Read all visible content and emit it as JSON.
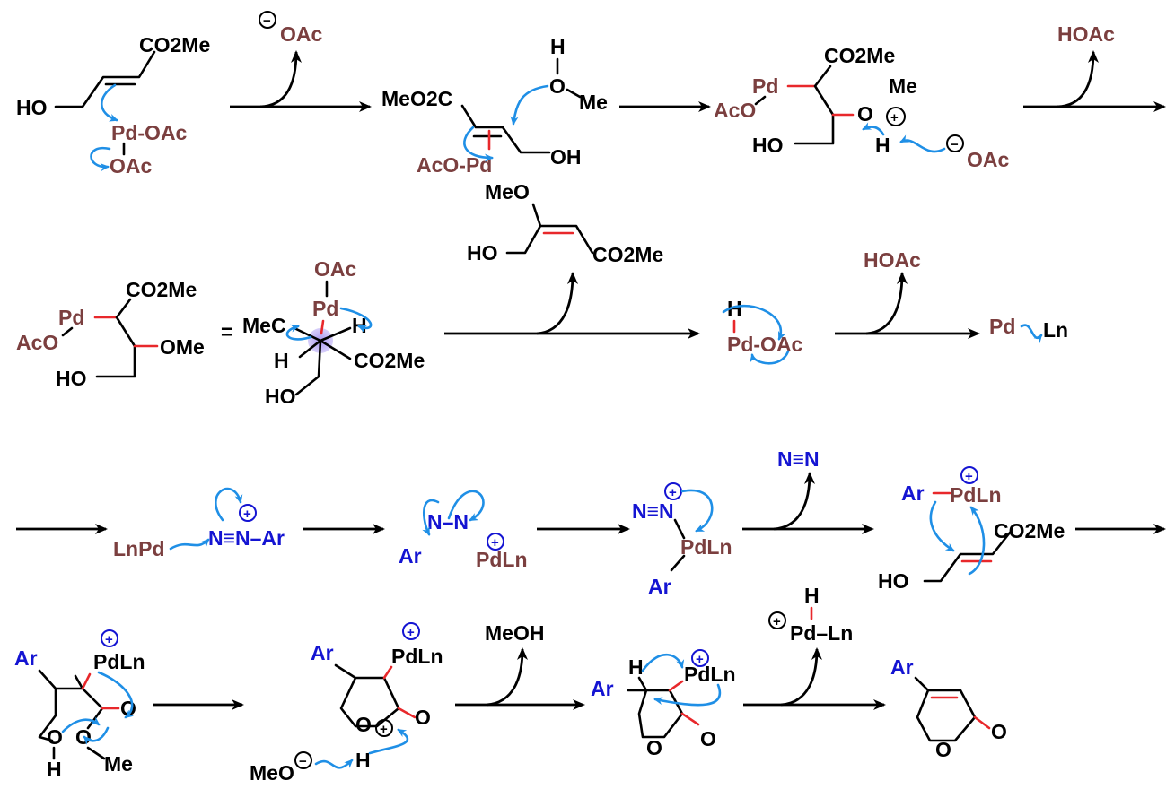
{
  "colors": {
    "metal": "#7b3f3f",
    "aryl": "#1414d2",
    "new_bond": "#e8282b",
    "electron_flow": "#1f8fe6",
    "ink": "#000000"
  },
  "labels": {
    "co2me": "CO2Me",
    "meo2c": "MeO2C",
    "ho": "HO",
    "oh": "OH",
    "h": "H",
    "o": "O",
    "me": "Me",
    "meo": "MeO",
    "ome": "OMe",
    "oac": "OAc",
    "aco": "AcO",
    "hoac": "HOAc",
    "pd": "Pd",
    "pd_oac": "Pd-OAc",
    "aco_pd": "AcO-Pd",
    "me_frag": "MeC",
    "ln": "Ln",
    "lnpd": "LnPd",
    "pdln": "PdLn",
    "pd_ln": "Pd–Ln",
    "diazonium": "N≡N–Ar",
    "n_n": "N–N",
    "n2": "N≡N",
    "ar": "Ar",
    "o_dbl": "O",
    "meoh": "MeOH",
    "meo_anion": "MeO",
    "equals": "=",
    "plus": "+",
    "minus": "−"
  }
}
